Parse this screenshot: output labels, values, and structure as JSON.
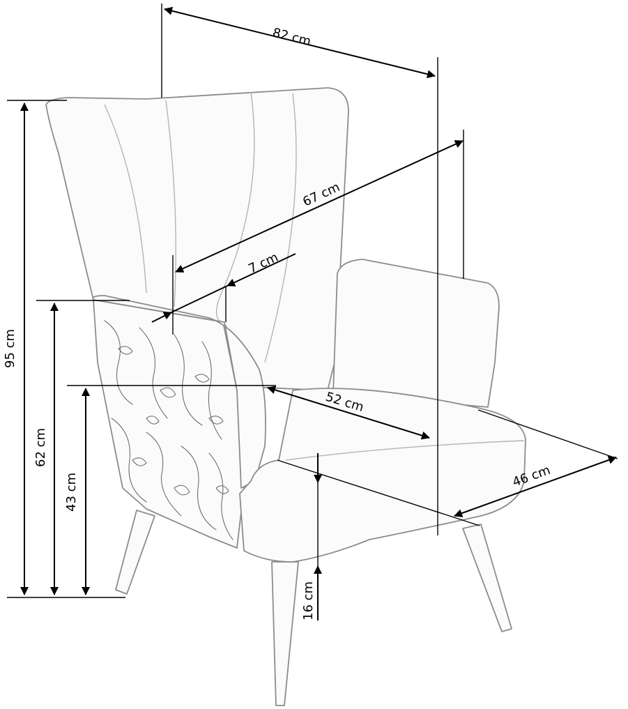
{
  "dimensions": {
    "width_total": "82 cm",
    "depth_diagonal": "67 cm",
    "armrest_width": "7 cm",
    "seat_depth": "52 cm",
    "seat_width": "46 cm",
    "total_height": "95 cm",
    "armrest_height": "62 cm",
    "seat_height": "43 cm",
    "leg_height": "16 cm"
  }
}
